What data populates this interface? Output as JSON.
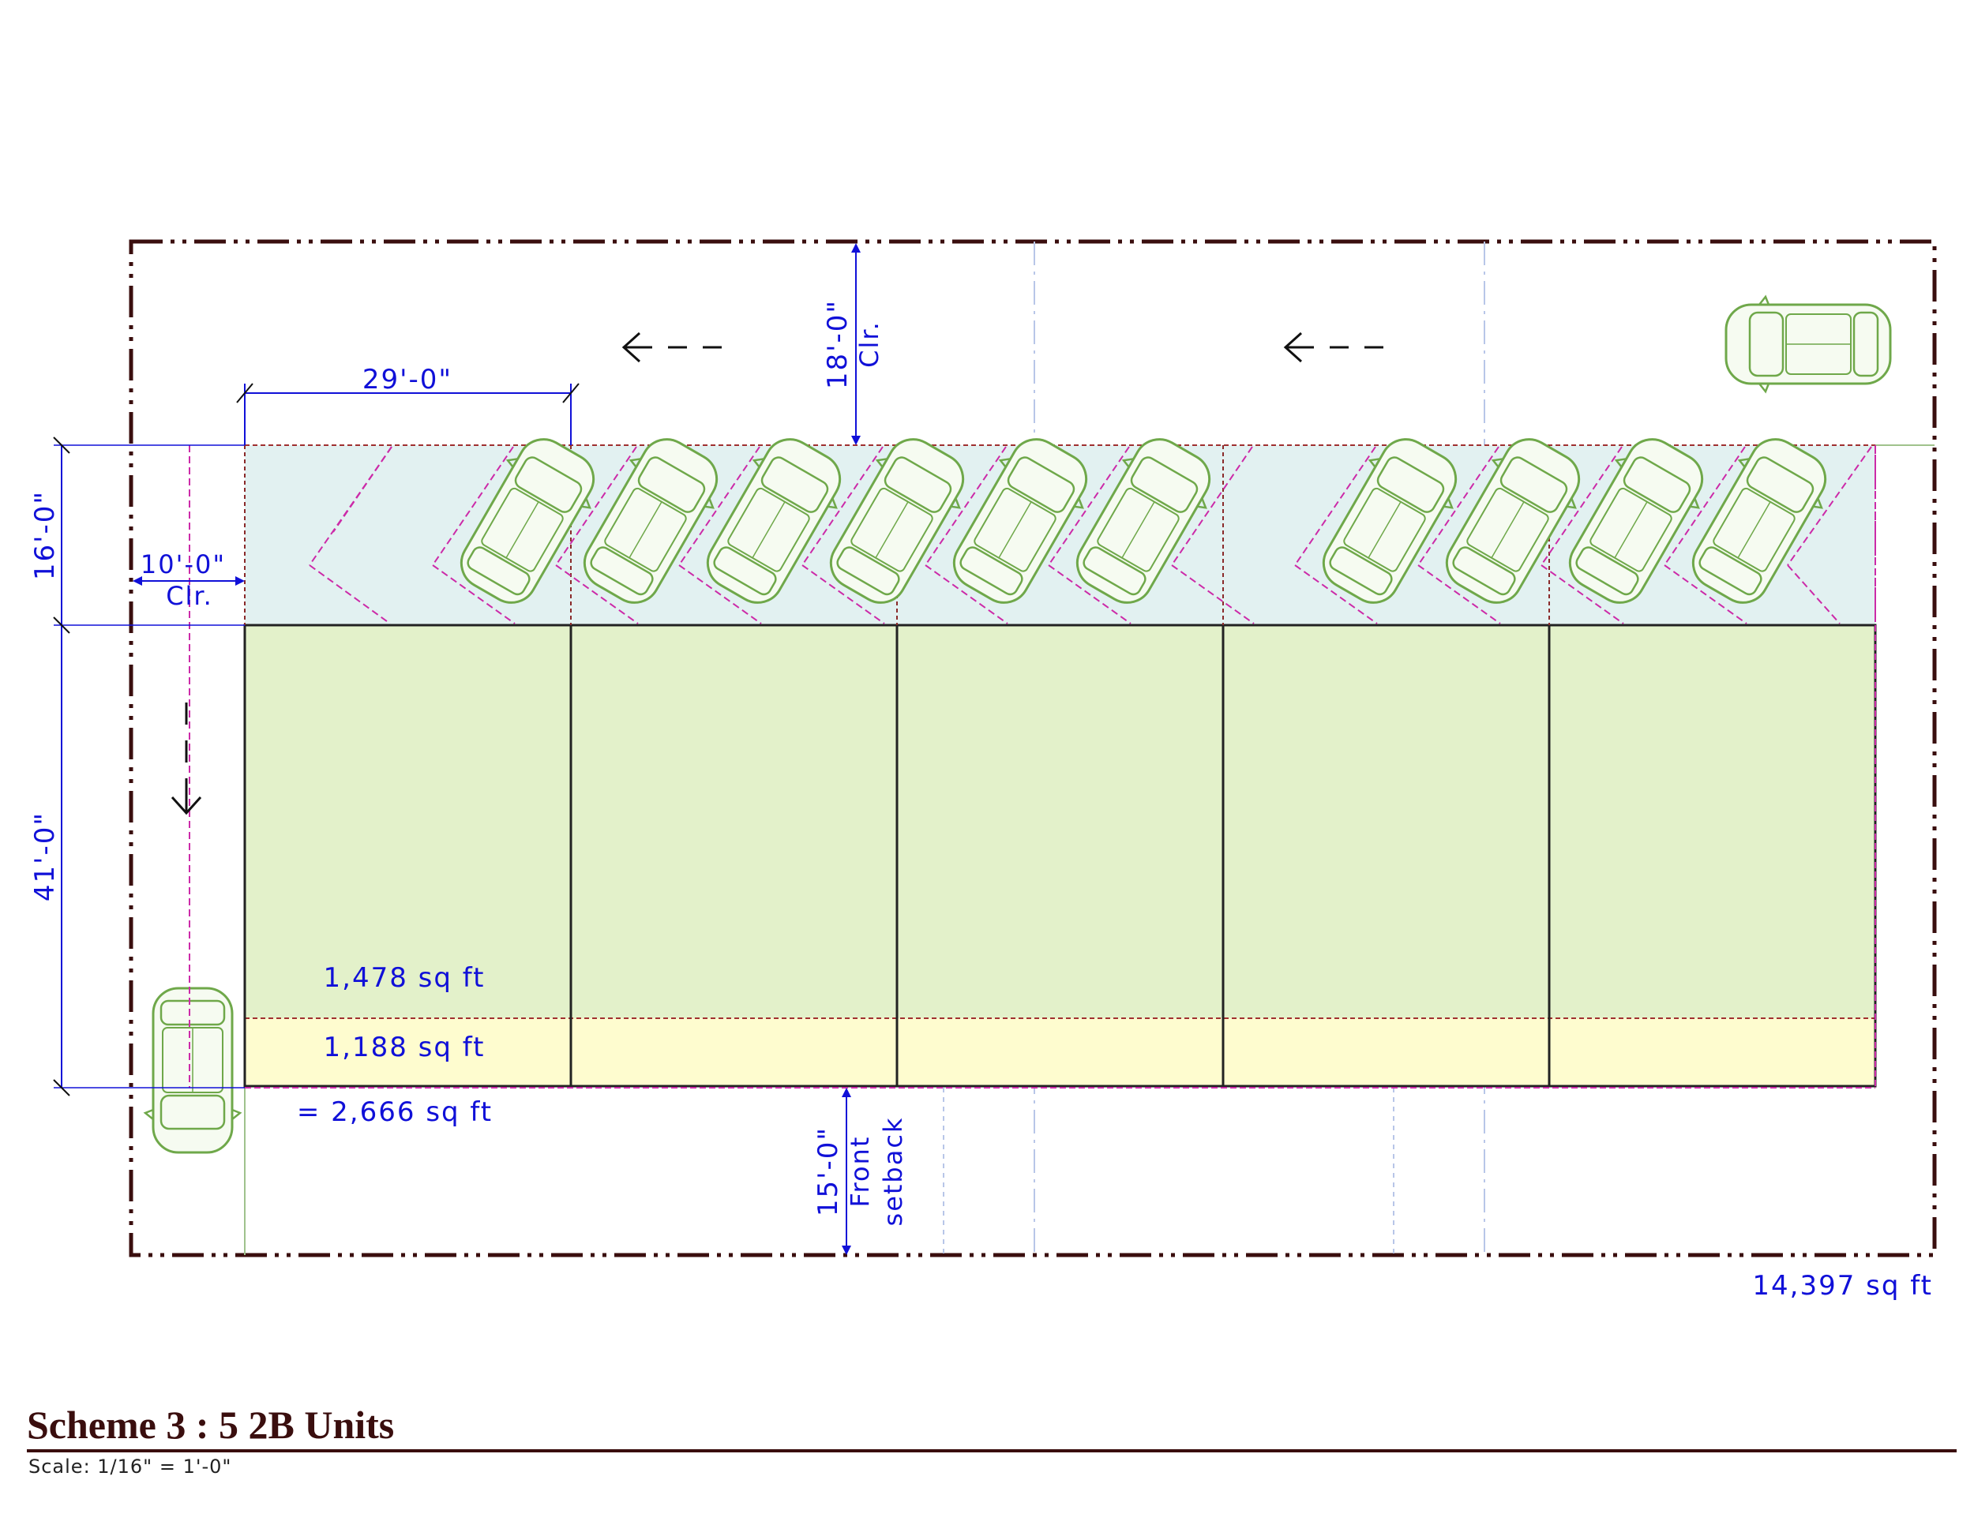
{
  "title": "Scheme 3 : 5 2B Units",
  "scale": "Scale: 1/16\" = 1'-0\"",
  "dimensions": {
    "drive_aisle": "18'-0\"",
    "drive_aisle_note": "Clr.",
    "unit_width": "29'-0\"",
    "parking_depth": "16'-0\"",
    "side_drive": "10'-0\"",
    "side_drive_note": "Clr.",
    "building_depth": "41'-0\"",
    "front_setback": "15'-0\"",
    "front_setback_note_1": "Front",
    "front_setback_note_2": "setback"
  },
  "areas": {
    "upper": "1,478 sq ft",
    "lower": "1,188 sq ft",
    "total": "= 2,666 sq ft",
    "lot": "14,397 sq ft"
  },
  "colors": {
    "lot_line": "#3a0e0e",
    "parking_fill": "#e2f1f1",
    "unit_fill": "#e3f1ca",
    "porch_fill": "#fefccf",
    "dimension": "#1010d8",
    "stall_line": "#cc2aa8",
    "car": "#6fa84a"
  },
  "units": 5,
  "parking_stalls": 10,
  "icons": [
    "car-icon",
    "arrow-left-icon",
    "arrow-down-icon"
  ]
}
